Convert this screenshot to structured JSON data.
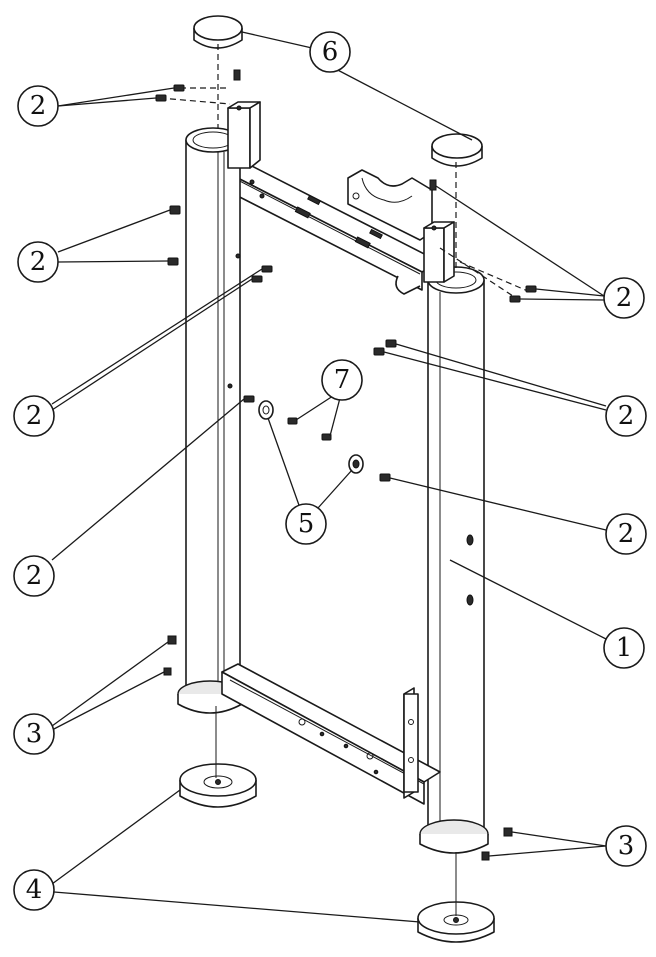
{
  "callouts": {
    "c6_top": "6",
    "c2_tl": "2",
    "c2_ml": "2",
    "c2_ll": "2",
    "c2_lll": "2",
    "c2_rt": "2",
    "c2_rm": "2",
    "c2_rl": "2",
    "c7": "7",
    "c5": "5",
    "c1": "1",
    "c3_l": "3",
    "c3_r": "3",
    "c4": "4"
  }
}
